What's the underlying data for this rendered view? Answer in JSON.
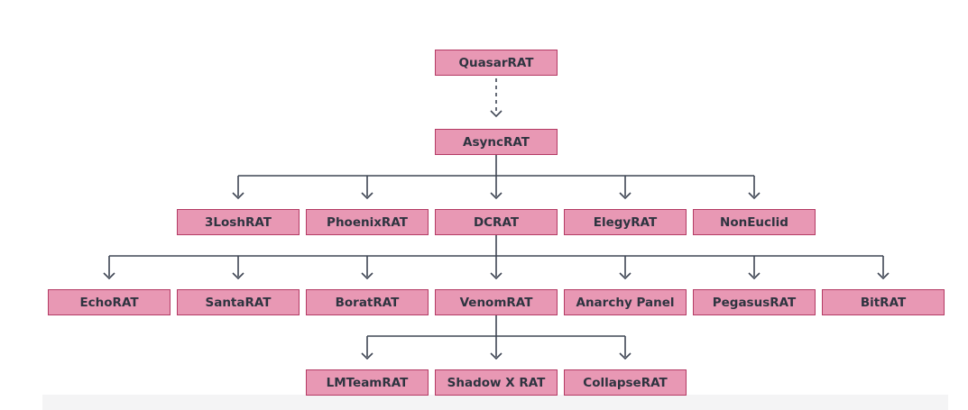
{
  "diagram": {
    "nodes": [
      {
        "id": "quasarrat",
        "label": "QuasarRAT"
      },
      {
        "id": "asyncrat",
        "label": "AsyncRAT"
      },
      {
        "id": "3loshrat",
        "label": "3LoshRAT"
      },
      {
        "id": "phoenixrat",
        "label": "PhoenixRAT"
      },
      {
        "id": "dcrat",
        "label": "DCRAT"
      },
      {
        "id": "elegyrat",
        "label": "ElegyRAT"
      },
      {
        "id": "noneuclid",
        "label": "NonEuclid"
      },
      {
        "id": "echorat",
        "label": "EchoRAT"
      },
      {
        "id": "santarat",
        "label": "SantaRAT"
      },
      {
        "id": "boratrat",
        "label": "BoratRAT"
      },
      {
        "id": "venomrat",
        "label": "VenomRAT"
      },
      {
        "id": "anarchy-panel",
        "label": "Anarchy Panel"
      },
      {
        "id": "pegasusrat",
        "label": "PegasusRAT"
      },
      {
        "id": "bitrat",
        "label": "BitRAT"
      },
      {
        "id": "lmteamrat",
        "label": "LMTeamRAT"
      },
      {
        "id": "shadow-x-rat",
        "label": "Shadow X RAT"
      },
      {
        "id": "collapserat",
        "label": "CollapseRAT"
      }
    ],
    "edges": [
      {
        "from": "quasarrat",
        "to": "asyncrat",
        "style": "dashed"
      },
      {
        "from": "asyncrat",
        "to": "3loshrat",
        "style": "solid"
      },
      {
        "from": "asyncrat",
        "to": "phoenixrat",
        "style": "solid"
      },
      {
        "from": "asyncrat",
        "to": "dcrat",
        "style": "solid"
      },
      {
        "from": "asyncrat",
        "to": "elegyrat",
        "style": "solid"
      },
      {
        "from": "asyncrat",
        "to": "noneuclid",
        "style": "solid"
      },
      {
        "from": "dcrat",
        "to": "echorat",
        "style": "solid"
      },
      {
        "from": "dcrat",
        "to": "santarat",
        "style": "solid"
      },
      {
        "from": "dcrat",
        "to": "boratrat",
        "style": "solid"
      },
      {
        "from": "dcrat",
        "to": "venomrat",
        "style": "solid"
      },
      {
        "from": "dcrat",
        "to": "anarchy-panel",
        "style": "solid"
      },
      {
        "from": "dcrat",
        "to": "pegasusrat",
        "style": "solid"
      },
      {
        "from": "dcrat",
        "to": "bitrat",
        "style": "solid"
      },
      {
        "from": "venomrat",
        "to": "lmteamrat",
        "style": "solid"
      },
      {
        "from": "venomrat",
        "to": "shadow-x-rat",
        "style": "solid"
      },
      {
        "from": "venomrat",
        "to": "collapserat",
        "style": "solid"
      }
    ],
    "colors": {
      "node_fill": "#e898b4",
      "node_border": "#b43a64",
      "text": "#2e3440",
      "edge": "#3f4654"
    }
  }
}
